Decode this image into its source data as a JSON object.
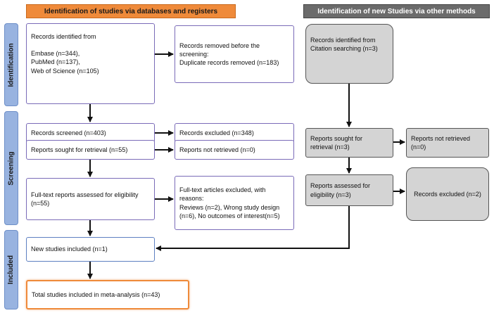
{
  "headers": {
    "left": "Identification of studies via databases and registers",
    "right": "Identification of new Studies via other methods"
  },
  "phases": {
    "identification": "Identification",
    "screening": "Screening",
    "included": "Included"
  },
  "left_boxes": {
    "records_identified": "Records identified from\n\nEmbase (n=344),\nPubMed (n=137),\nWeb of Science (n=105)",
    "records_removed": "Records removed before the screening:\nDuplicate records removed (n=183)",
    "records_screened": "Records screened (n=403)",
    "records_excluded": "Records excluded (n=348)",
    "reports_sought": "Reports sought for retrieval (n=55)",
    "reports_not_retrieved": "Reports not retrieved (n=0)",
    "full_text_assessed": "Full-text reports assessed for eligibility\n(n=55)",
    "full_text_excluded": "Full-text articles excluded, with reasons:\nReviews (n=2), Wrong study design (n=6),  No outcomes of interest(n=5)",
    "new_studies_included": "New studies included (n=1)",
    "total_included": "Total studies included in meta-analysis (n=43)"
  },
  "right_boxes": {
    "citation_records": "Records identified from\nCitation searching (n=3)",
    "reports_sought": "Reports sought for\nretrieval (n=3)",
    "reports_not_retrieved": "Reports not retrieved\n(n=0)",
    "reports_assessed": "Reports assessed  for\neligibility (n=3)",
    "records_excluded": "Records excluded (n=2)"
  },
  "colors": {
    "left_header": "#ef8a3a",
    "right_header": "#6b6b6b",
    "phase_label": "#98b3e0",
    "box_border": "#7a6bb8",
    "grey_box": "#d4d4d4"
  }
}
